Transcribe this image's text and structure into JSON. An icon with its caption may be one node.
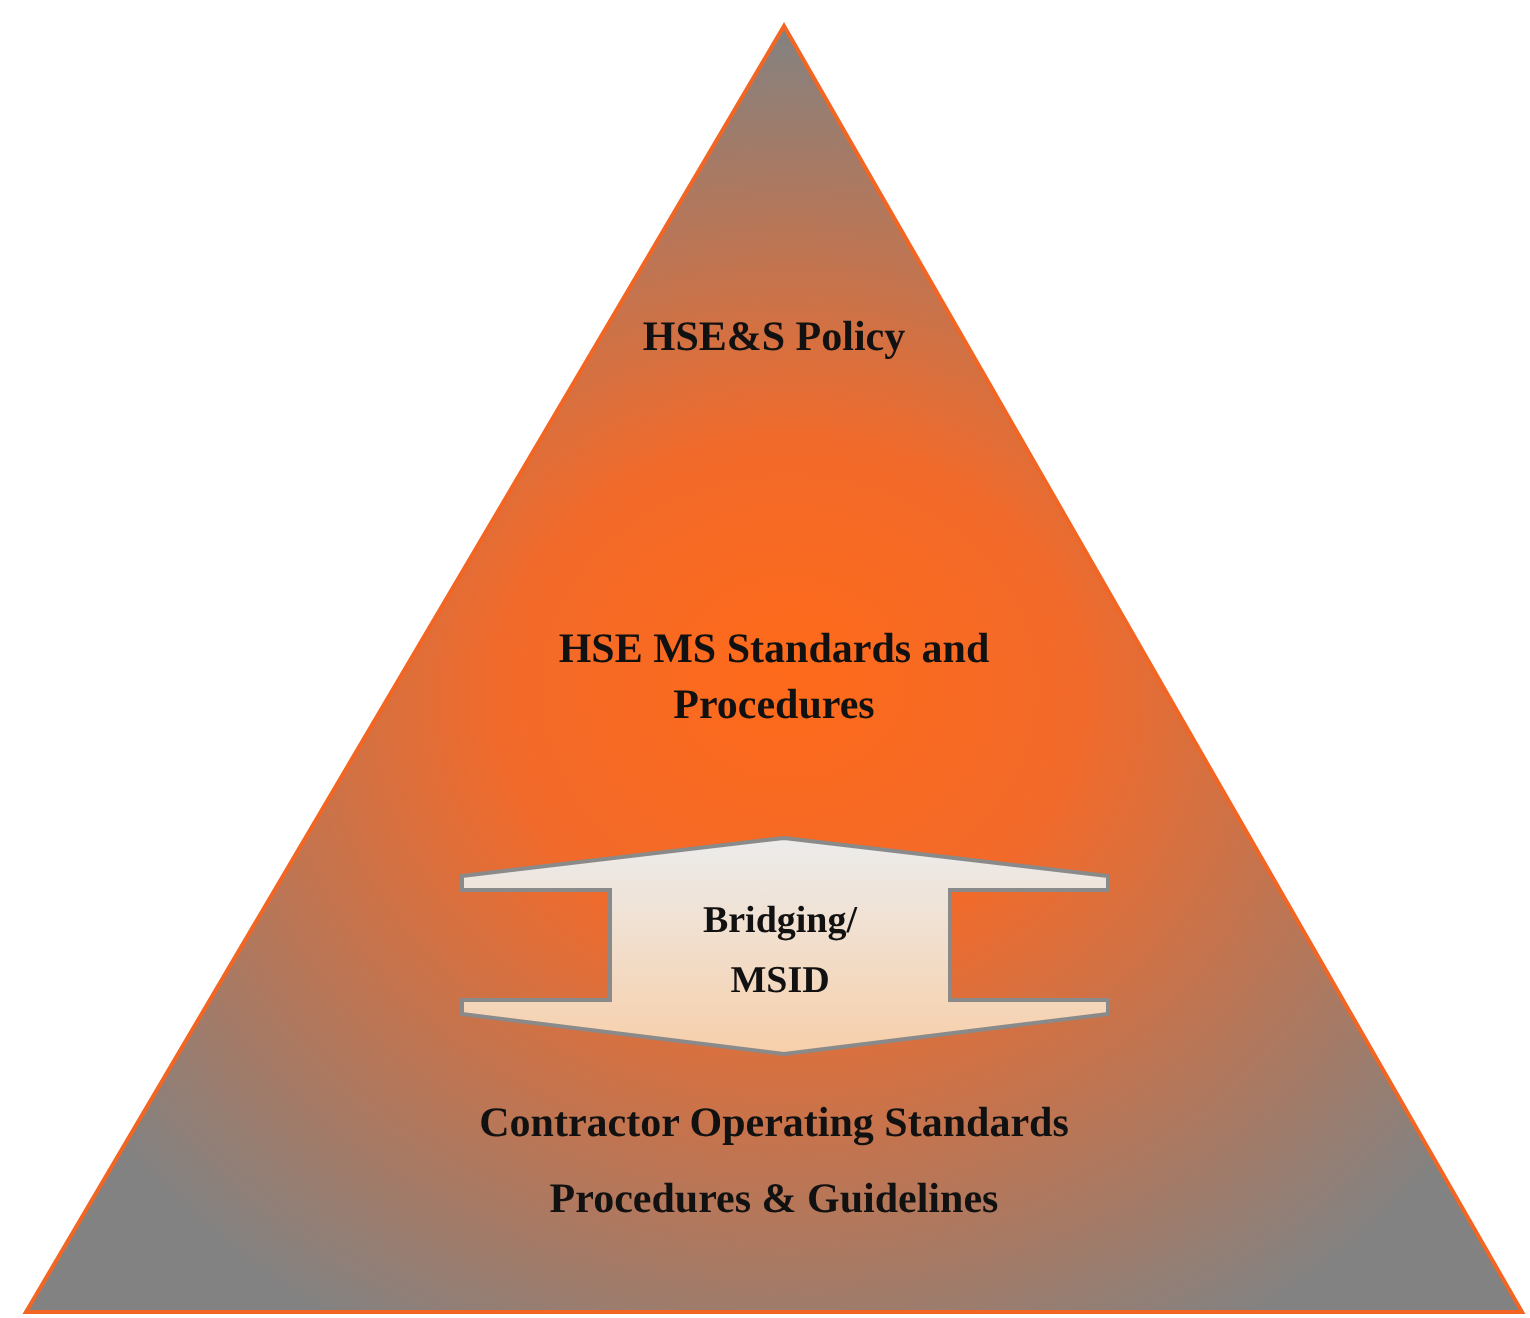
{
  "diagram": {
    "nodes": [
      {
        "text": [
          "HSE&S Policy",
          "HSE MS Standards and Procedures",
          "Contractor Operating Standards Procedures & Guidelines"
        ]
      },
      {
        "text": [
          "Bridging/ MSID"
        ],
        "in": 0
      }
    ]
  }
}
